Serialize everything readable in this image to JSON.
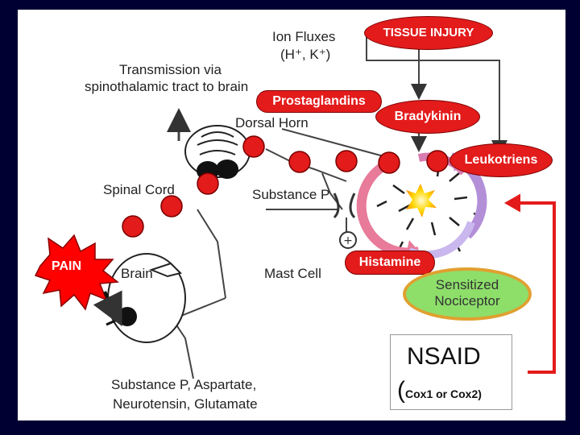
{
  "colors": {
    "background": "#000033",
    "panel": "#ffffff",
    "node_red": "#e31b1b",
    "nociceptor_fill": "#8ddf6a",
    "nociceptor_border": "#e0a030",
    "arrow_pink": "#e87a9a",
    "arrow_purple": "#8c6ad4"
  },
  "labels": {
    "tissue_injury": "TISSUE INJURY",
    "ion_fluxes_line1": "Ion Fluxes",
    "ion_fluxes_line2": "(H⁺, K⁺)",
    "transmission_line1": "Transmission via",
    "transmission_line2": "spinothalamic tract to brain",
    "prostaglandins": "Prostaglandins",
    "bradykinin": "Bradykinin",
    "dorsal_horn": "Dorsal Horn",
    "leukotriens": "Leukotriens",
    "spinal_cord": "Spinal Cord",
    "substance_p": "Substance P",
    "pain": "PAIN",
    "brain": "Brain",
    "mast_cell": "Mast Cell",
    "histamine": "Histamine",
    "sensitized_line1": "Sensitized",
    "sensitized_line2": "Nociceptor",
    "nsaid": "NSAID",
    "cox_paren": "(",
    "cox_text": "Cox1 or Cox2)",
    "substances_line1": "Substance P,  Aspartate,",
    "substances_line2": "Neurotensin, Glutamate"
  },
  "icons": [
    "dorsal-root-ganglion-icon",
    "spinal-cord-cross-section-icon",
    "brain-cell-icon",
    "mast-cell-icon",
    "injury-burst-icon",
    "cyclic-arrows-icon",
    "pain-starburst-icon"
  ]
}
